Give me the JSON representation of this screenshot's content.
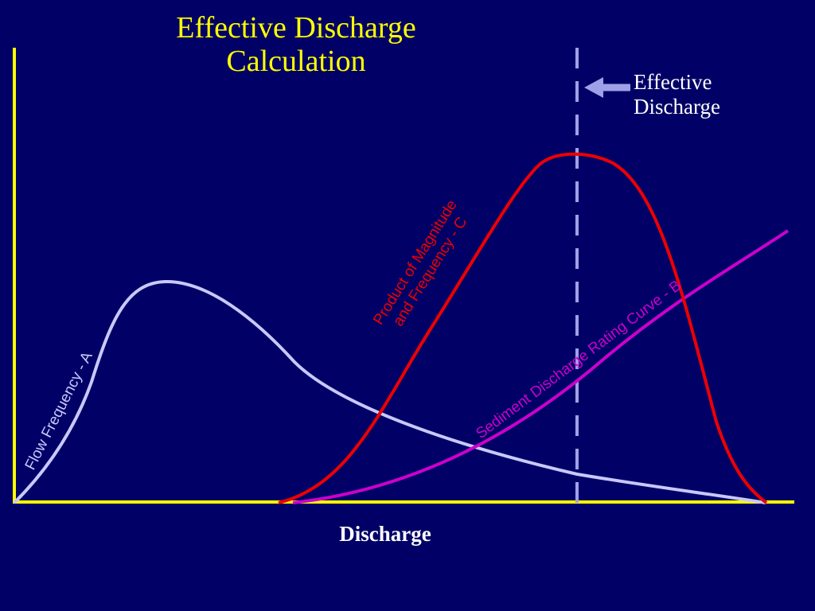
{
  "title": {
    "line1": "Effective Discharge",
    "line2": "Calculation"
  },
  "x_axis": {
    "label": "Discharge"
  },
  "marker": {
    "label_line1": "Effective",
    "label_line2": "Discharge"
  },
  "curves": {
    "flow_frequency": "Flow Frequency - A",
    "sediment_rating": "Sediment Discharge Rating Curve - B",
    "product_line1": "Product of Magnitude",
    "product_line2": "and Frequency - C"
  },
  "colors": {
    "background": "#000066",
    "axes": "#ffff00",
    "title": "#ffff00",
    "flow_frequency": "#c8c8ff",
    "sediment_rating": "#cc00cc",
    "product": "#ee0000",
    "effective_line": "#a0a0e8"
  }
}
